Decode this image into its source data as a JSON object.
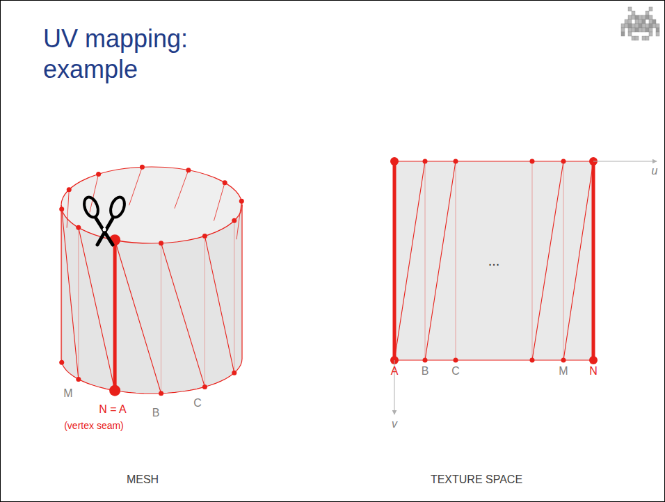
{
  "diagram": {
    "title": "UV mapping: example",
    "nodes": [
      {
        "text": [
          "..."
        ]
      }
    ],
    "labels": [
      "M",
      "N = A",
      "B",
      "C",
      "(vertex seam)",
      "A",
      "B",
      "C",
      "M",
      "N",
      "u",
      "v",
      "MESH",
      "TEXTURE SPACE"
    ]
  }
}
